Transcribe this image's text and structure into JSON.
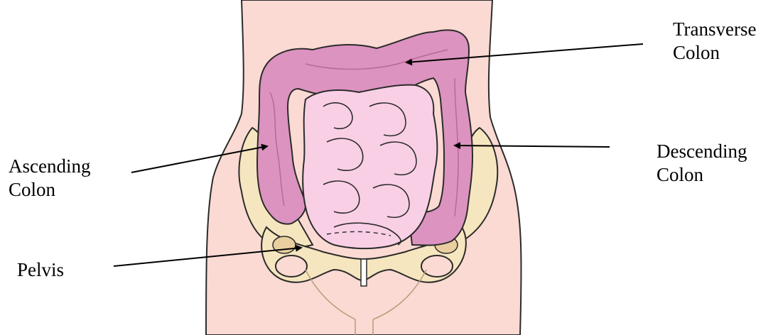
{
  "labels": {
    "transverse": {
      "line1": "Transverse",
      "line2": "Colon"
    },
    "descending": {
      "line1": "Descending",
      "line2": "Colon"
    },
    "ascending": {
      "line1": "Ascending",
      "line2": "Colon"
    },
    "pelvis": {
      "line1": "Pelvis"
    }
  },
  "colors": {
    "skin": "#fbdad3",
    "skin_outline": "#2b2b2b",
    "bone": "#f6e6bf",
    "bone_shadow": "#e9cfa0",
    "colon": "#dc93bf",
    "colon_light": "#e8b0d2",
    "small_intestine": "#f9cfe6",
    "leader_line": "#000000"
  }
}
